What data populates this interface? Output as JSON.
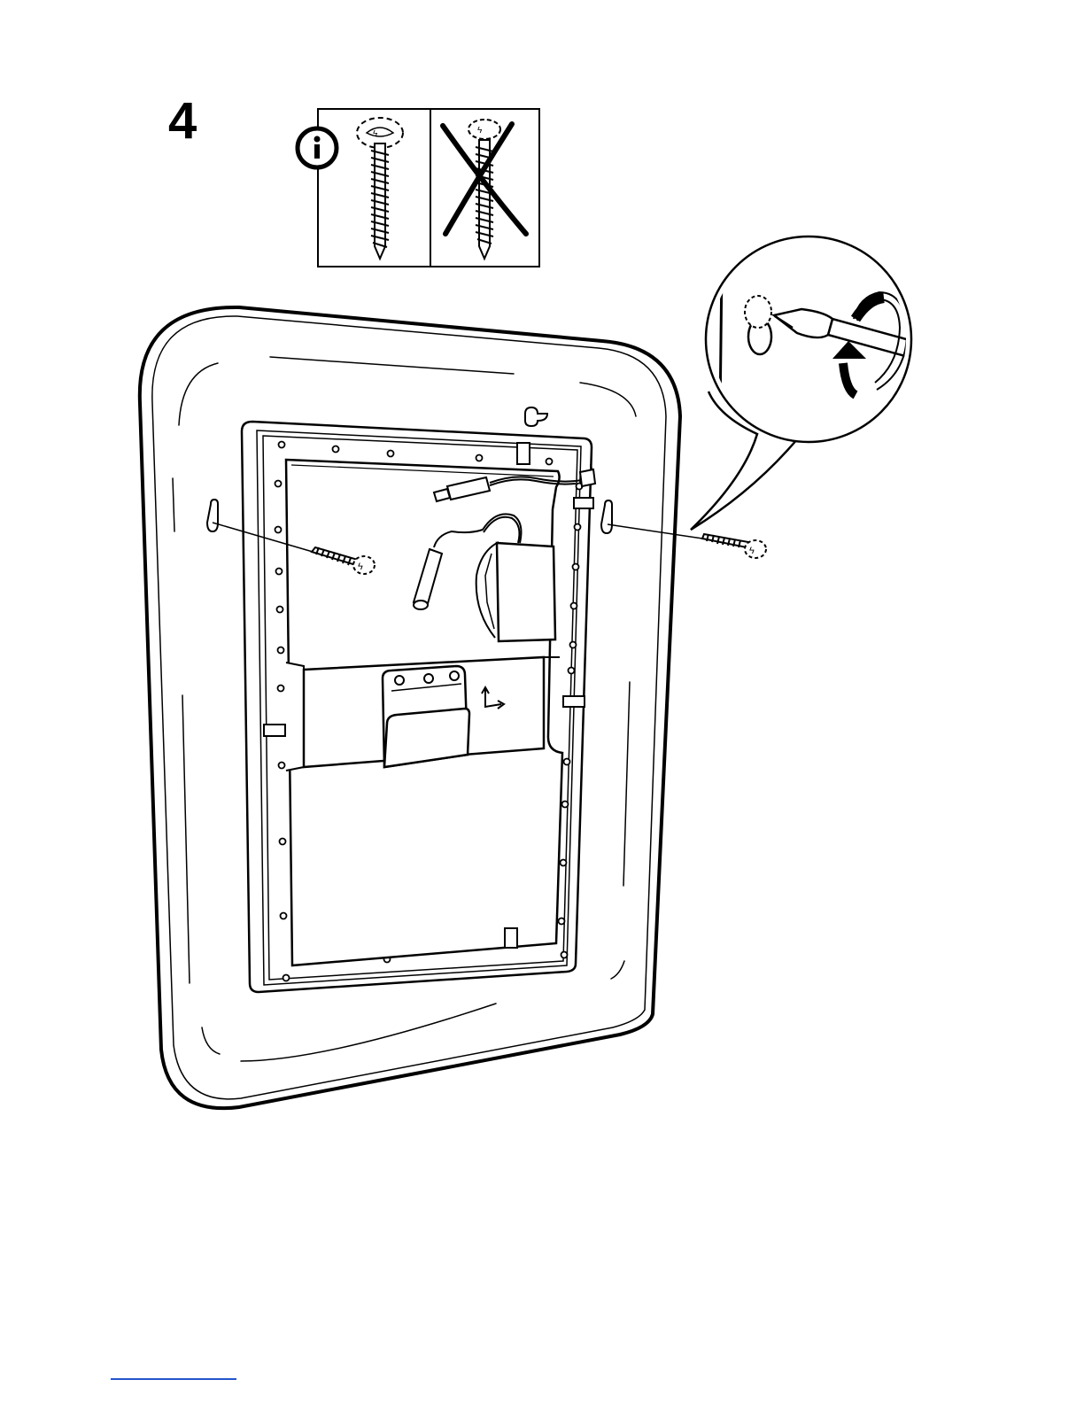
{
  "step": {
    "number": "4"
  },
  "info_panel": {
    "info_icon": "info-icon",
    "correct_screw": "pan-head-screw",
    "wrong_screw": "countersunk-screw-crossed-out"
  },
  "main_view": {
    "object": "mirror-back-panel",
    "fasteners": "wall-screws-into-keyhole-slots"
  },
  "detail_callout": {
    "tool": "screwdriver-icon",
    "direction": "rotate-clockwise-arrow-icon"
  },
  "colors": {
    "ink": "#000000",
    "paper": "#ffffff",
    "footer_rule": "#2255cc"
  }
}
